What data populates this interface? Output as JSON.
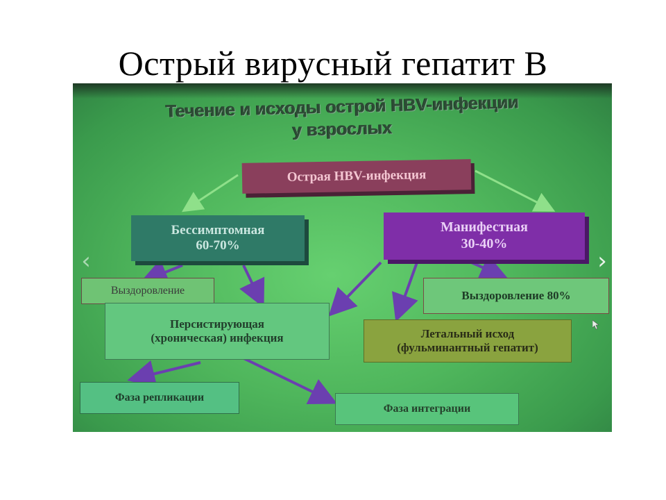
{
  "slide": {
    "title": "Острый вирусный гепатит В"
  },
  "diagram": {
    "heading_line1": "Течение и исходы острой HBV-инфекции",
    "heading_line2": "у взрослых",
    "nodes": {
      "acute": "Острая HBV-инфекция",
      "asymptomatic_label": "Бессимптомная",
      "asymptomatic_percent": "60-70%",
      "manifest_label": "Манифестная",
      "manifest_percent": "30-40%",
      "recovery_asym": "Выздоровление",
      "recovery_manif": "Выздоровление 80%",
      "chronic_line1": "Персистирующая",
      "chronic_line2": "(хроническая) инфекция",
      "lethal_line1": "Летальный исход",
      "lethal_line2": "(фульминантный гепатит)",
      "replication": "Фаза репликации",
      "integration": "Фаза интеграции"
    }
  },
  "navigation": {
    "prev_glyph": "‹",
    "next_glyph": "›"
  },
  "colors": {
    "background": "#4fb65c",
    "acute_box": "#8a3f5c",
    "asym_box": "#2f7a67",
    "manif_box": "#7f2ea8",
    "arrow_green": "#8fe08a",
    "arrow_purple": "#6b3fb0"
  }
}
